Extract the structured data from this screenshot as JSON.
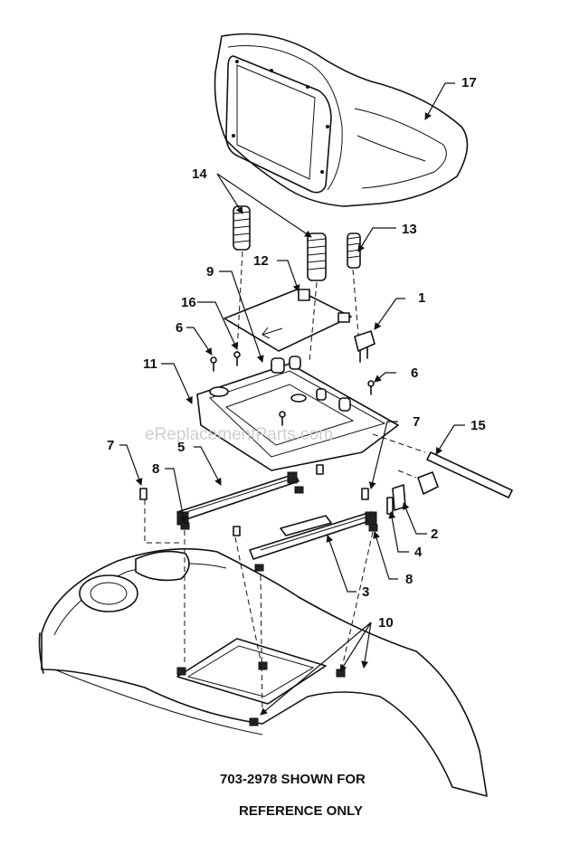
{
  "callouts": [
    "1",
    "2",
    "3",
    "4",
    "5",
    "6",
    "6",
    "7",
    "7",
    "8",
    "8",
    "9",
    "10",
    "11",
    "12",
    "13",
    "14",
    "15",
    "16",
    "17"
  ],
  "watermark": "eReplacementParts.com",
  "caption": {
    "line1": "703-2978 SHOWN FOR",
    "line2": "REFERENCE ONLY"
  }
}
